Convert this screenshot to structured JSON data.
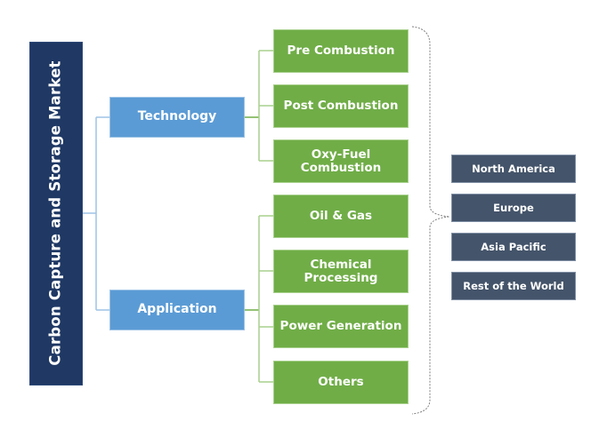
{
  "diagram": {
    "root": {
      "label": "Carbon Capture and Storage Market"
    },
    "categories": [
      {
        "label": "Technology",
        "items": [
          "Pre Combustion",
          "Post Combustion",
          "Oxy-Fuel Combustion"
        ]
      },
      {
        "label": "Application",
        "items": [
          "Oil & Gas",
          "Chemical Processing",
          "Power Generation",
          "Others"
        ]
      }
    ],
    "regions": [
      "North America",
      "Europe",
      "Asia Pacific",
      "Rest of the World"
    ],
    "colors": {
      "root": "#1f3864",
      "category": "#5b9bd5",
      "leaf": "#70ad47",
      "region": "#44546a",
      "category_connector": "#9dc3e6",
      "leaf_connector": "#a9d18e",
      "bracket": "#7f7f7f"
    }
  }
}
